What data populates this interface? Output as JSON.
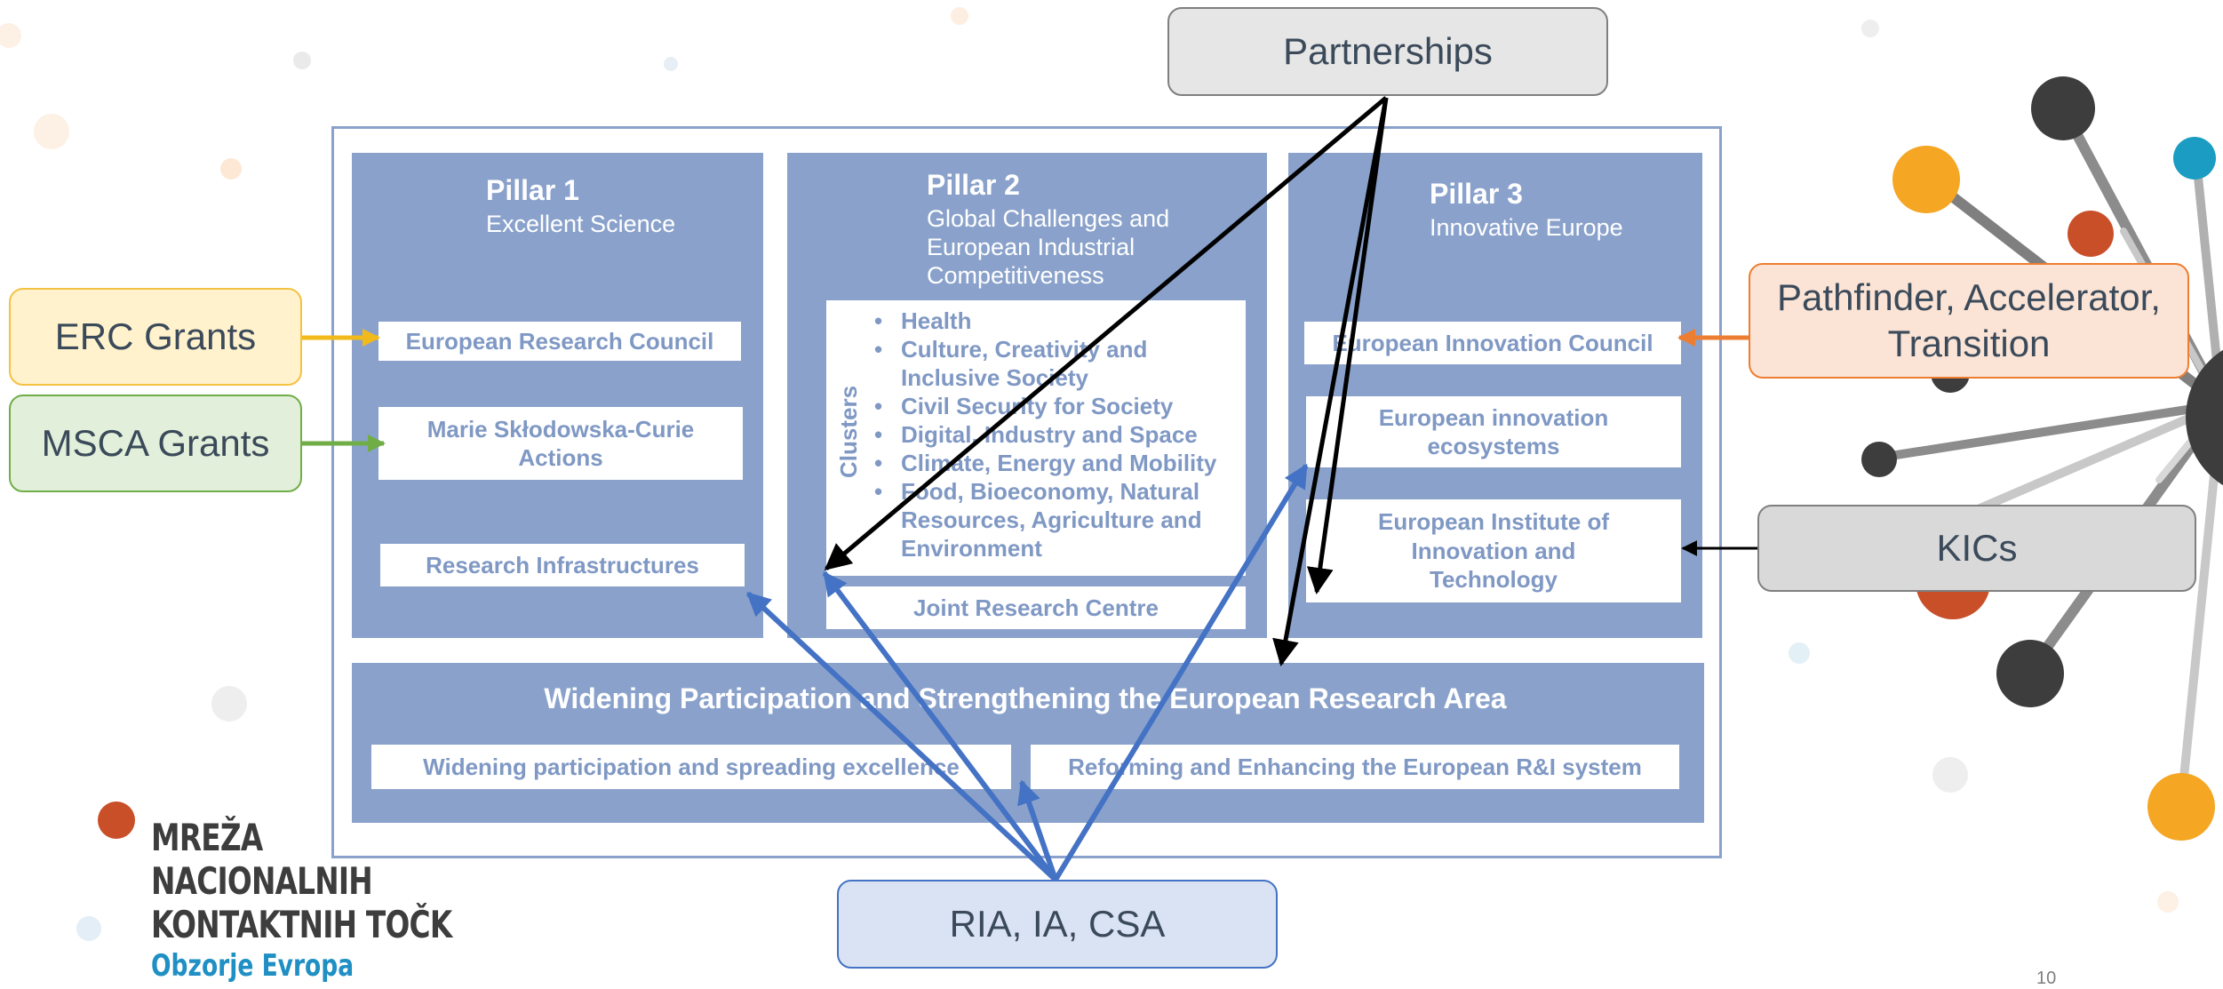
{
  "callouts": {
    "partnerships": "Partnerships",
    "erc_grants": "ERC Grants",
    "msca_grants": "MSCA Grants",
    "pathfinder": "Pathfinder, Accelerator, Transition",
    "kics": "KICs",
    "ria": "RIA, IA, CSA"
  },
  "pillar1": {
    "title": "Pillar 1",
    "subtitle": "Excellent Science",
    "items": [
      "European Research Council",
      "Marie Skłodowska-Curie Actions",
      "Research Infrastructures"
    ]
  },
  "pillar2": {
    "title": "Pillar 2",
    "subtitle": "Global Challenges and European Industrial Competitiveness",
    "clusters_label": "Clusters",
    "clusters": [
      "Health",
      "Culture, Creativity and Inclusive Society",
      "Civil Security for Society",
      "Digital, Industry and Space",
      "Climate, Energy and Mobility",
      "Food, Bioeconomy, Natural Resources, Agriculture and Environment"
    ],
    "jrc": "Joint Research Centre"
  },
  "pillar3": {
    "title": "Pillar 3",
    "subtitle": "Innovative Europe",
    "items": [
      "European Innovation Council",
      "European innovation ecosystems",
      "European Institute of Innovation and Technology"
    ]
  },
  "widening": {
    "title": "Widening Participation and Strengthening the European Research Area",
    "items": [
      "Widening participation and spreading excellence",
      "Reforming and Enhancing the European R&I system"
    ]
  },
  "logo": {
    "lines": [
      "MREŽA",
      "NACIONALNIH",
      "KONTAKTNIH TOČK"
    ],
    "subtitle": "Obzorje Evropa"
  },
  "page_number": "10",
  "colors": {
    "pillar_fill": "#8aa2cb",
    "item_text": "#7f98c4",
    "blue_arrow": "#4472c4",
    "erc_fill": "#fff2cc",
    "erc_border": "#f5c142",
    "erc_arrow": "#f2b91a",
    "msca_fill": "#e2efda",
    "msca_border": "#70ad47",
    "pathfinder_fill": "#fbe4d5",
    "pathfinder_border": "#ed7d31",
    "grey_fill": "#e7e6e6",
    "grey_border": "#7f7f7f",
    "ria_fill": "#dae3f3"
  }
}
